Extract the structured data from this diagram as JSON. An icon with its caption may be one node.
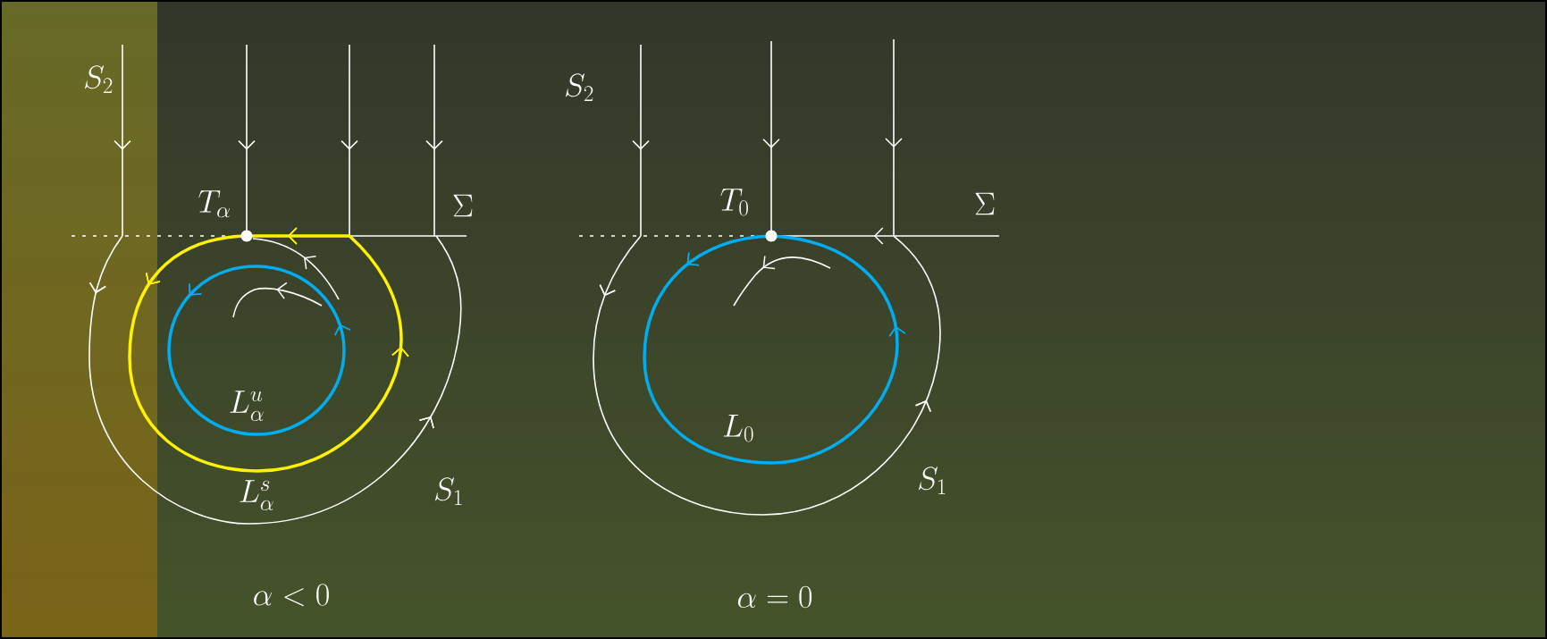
{
  "diagram": {
    "labels": [
      "S_2",
      "T_\\alpha",
      "\\Sigma",
      "L_\\alpha^u",
      "L_\\alpha^s",
      "S_1",
      "\\alpha < 0",
      "S_2",
      "T_0",
      "\\Sigma",
      "L_0",
      "S_1",
      "\\alpha = 0"
    ]
  }
}
